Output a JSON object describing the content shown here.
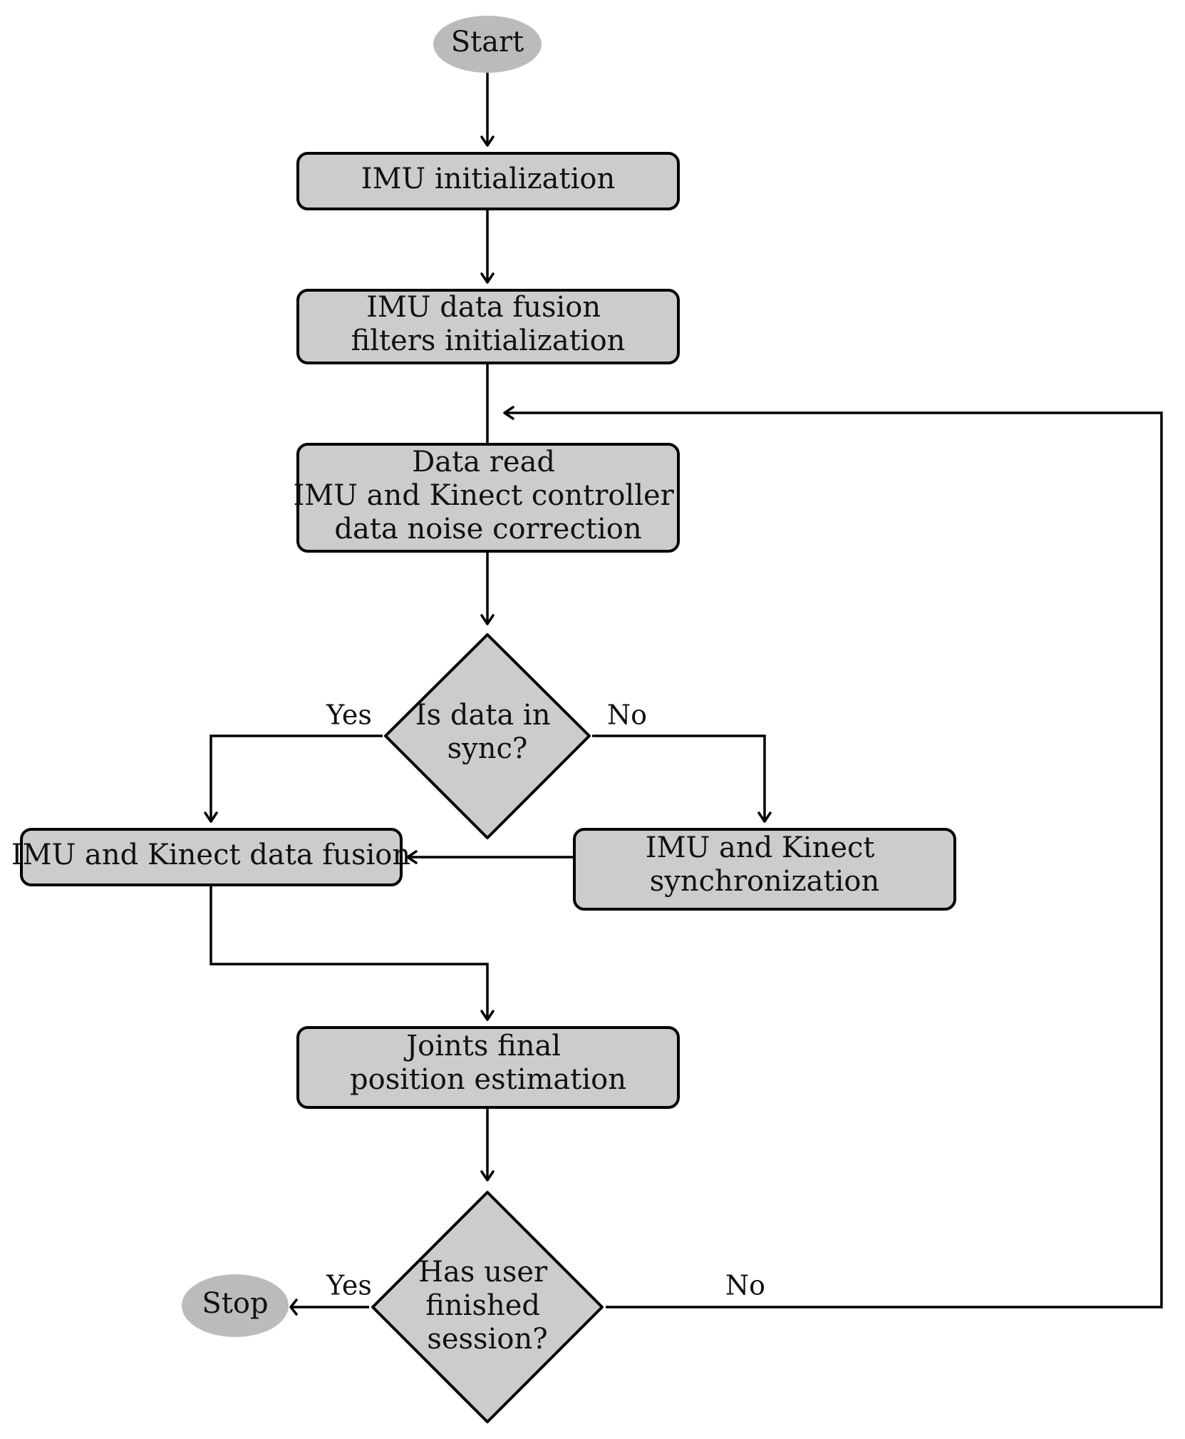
{
  "nodes": {
    "start": {
      "lines": [
        "Start"
      ]
    },
    "imu_init": {
      "lines": [
        "IMU initialization"
      ]
    },
    "filters_init": {
      "lines": [
        "IMU data fusion",
        "filters initialization"
      ]
    },
    "data_read": {
      "lines": [
        "Data read",
        "IMU and Kinect controller",
        "data noise correction"
      ]
    },
    "sync_decision": {
      "lines": [
        "Is data in",
        "sync?"
      ]
    },
    "data_fusion": {
      "lines": [
        "IMU and Kinect data fusion"
      ]
    },
    "synchronization": {
      "lines": [
        "IMU and Kinect",
        "synchronization"
      ]
    },
    "joints_estimation": {
      "lines": [
        "Joints final",
        "position estimation"
      ]
    },
    "session_decision": {
      "lines": [
        "Has user",
        "finished",
        "session?"
      ]
    },
    "stop": {
      "lines": [
        "Stop"
      ]
    }
  },
  "edge_labels": {
    "sync_yes": "Yes",
    "sync_no": "No",
    "session_yes": "Yes",
    "session_no": "No"
  }
}
